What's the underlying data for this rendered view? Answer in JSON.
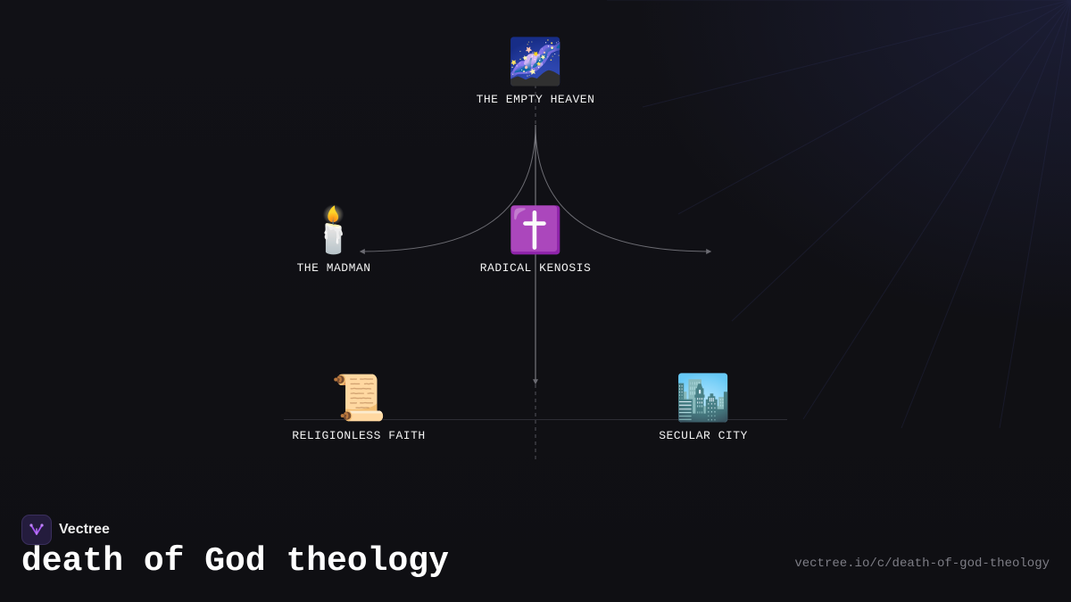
{
  "nodes": {
    "empty_heaven": {
      "emoji": "🌌",
      "label": "THE EMPTY HEAVEN"
    },
    "madman": {
      "emoji": "🕯️",
      "label": "THE MADMAN"
    },
    "radical_kenosis": {
      "emoji": "✝️",
      "label": "RADICAL KENOSIS"
    },
    "religionless_faith": {
      "emoji": "📜",
      "label": "RELIGIONLESS FAITH"
    },
    "secular_city": {
      "emoji": "🏙️",
      "label": "SECULAR CITY"
    }
  },
  "brand": {
    "name": "Vectree"
  },
  "title": "death of God theology",
  "url": "vectree.io/c/death-of-god-theology",
  "colors": {
    "background": "#0f0f13",
    "line": "#6b6b72",
    "text": "#f2f2f2",
    "url": "#7d7d85",
    "logo_bg": "#241c3d",
    "logo_accent": "#a855f7"
  }
}
